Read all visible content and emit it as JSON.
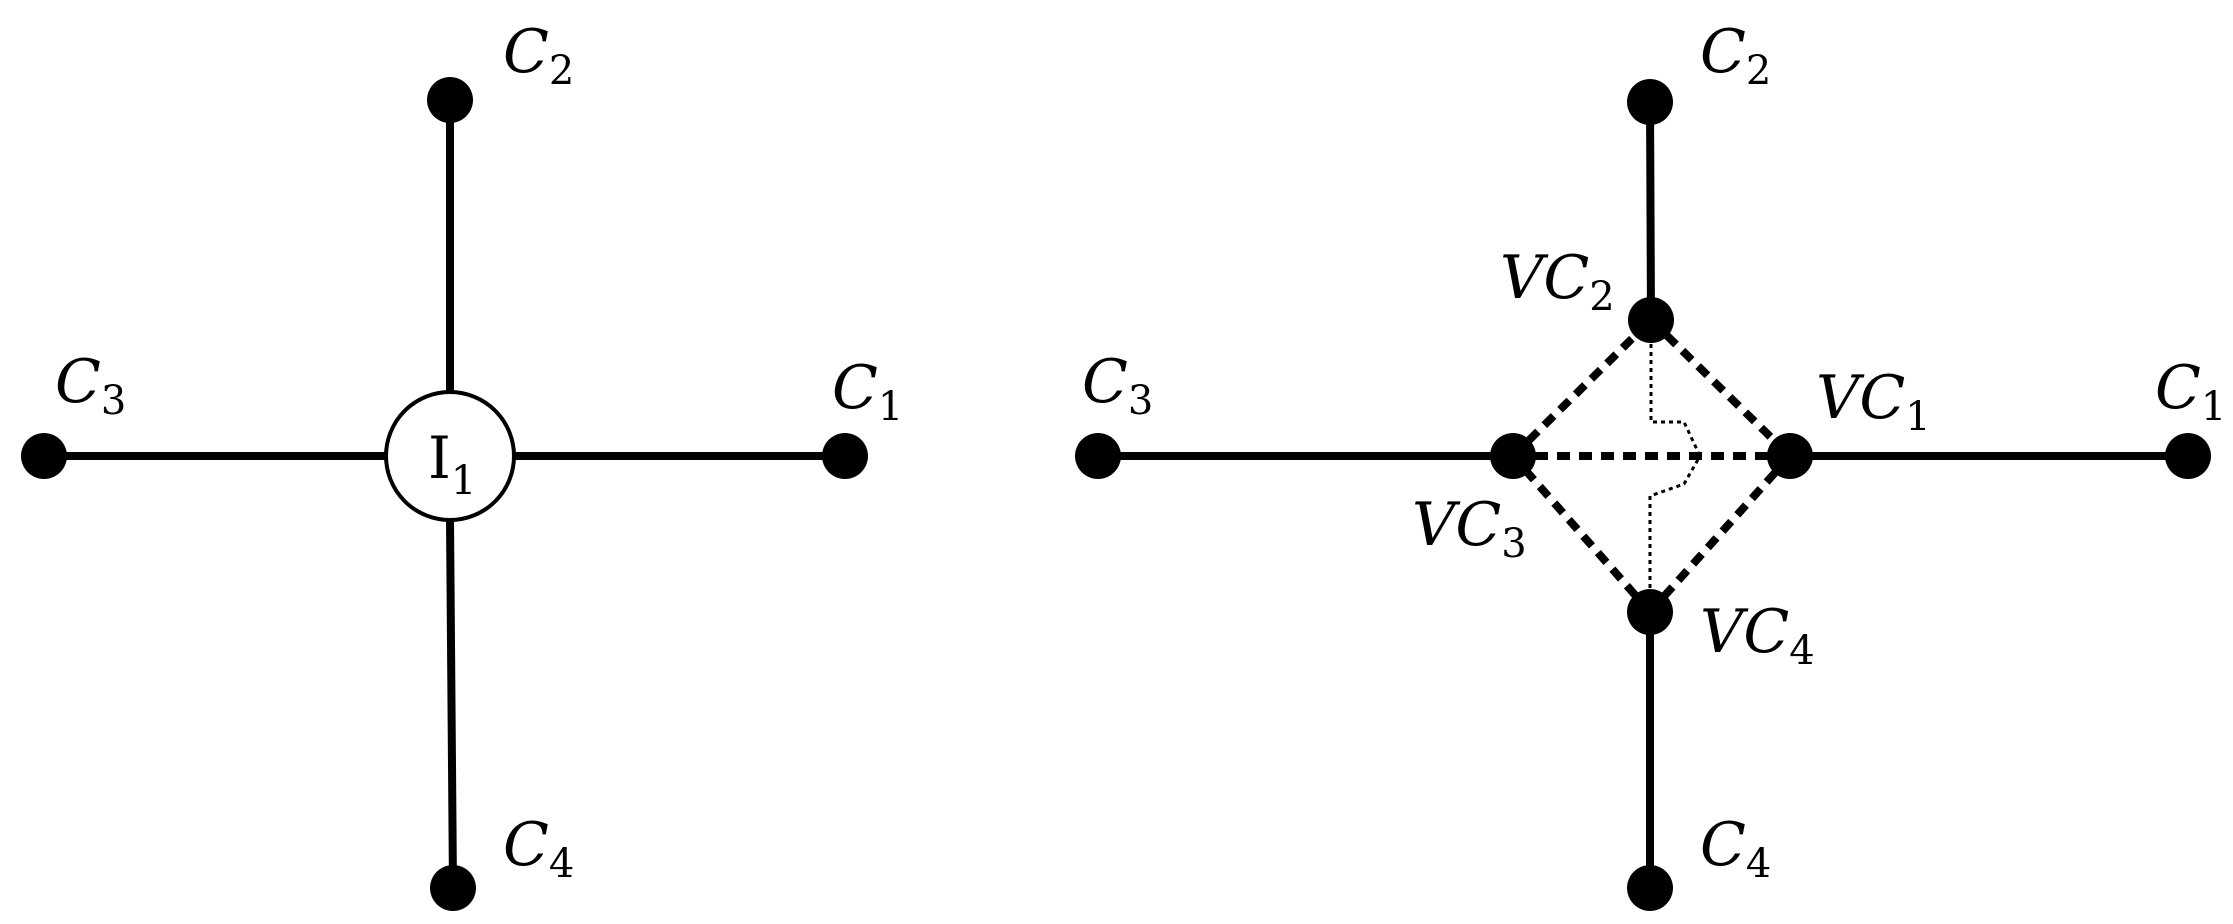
{
  "left_diagram": {
    "hub": {
      "name": "I",
      "sub": "1"
    },
    "nodes": {
      "c1": {
        "name": "C",
        "sub": "1"
      },
      "c2": {
        "name": "C",
        "sub": "2"
      },
      "c3": {
        "name": "C",
        "sub": "3"
      },
      "c4": {
        "name": "C",
        "sub": "4"
      }
    }
  },
  "right_diagram": {
    "nodes": {
      "c1": {
        "name": "C",
        "sub": "1"
      },
      "c2": {
        "name": "C",
        "sub": "2"
      },
      "c3": {
        "name": "C",
        "sub": "3"
      },
      "c4": {
        "name": "C",
        "sub": "4"
      }
    },
    "virtual_nodes": {
      "vc1": {
        "name": "VC",
        "sub": "1"
      },
      "vc2": {
        "name": "VC",
        "sub": "2"
      },
      "vc3": {
        "name": "VC",
        "sub": "3"
      },
      "vc4": {
        "name": "VC",
        "sub": "4"
      }
    }
  }
}
